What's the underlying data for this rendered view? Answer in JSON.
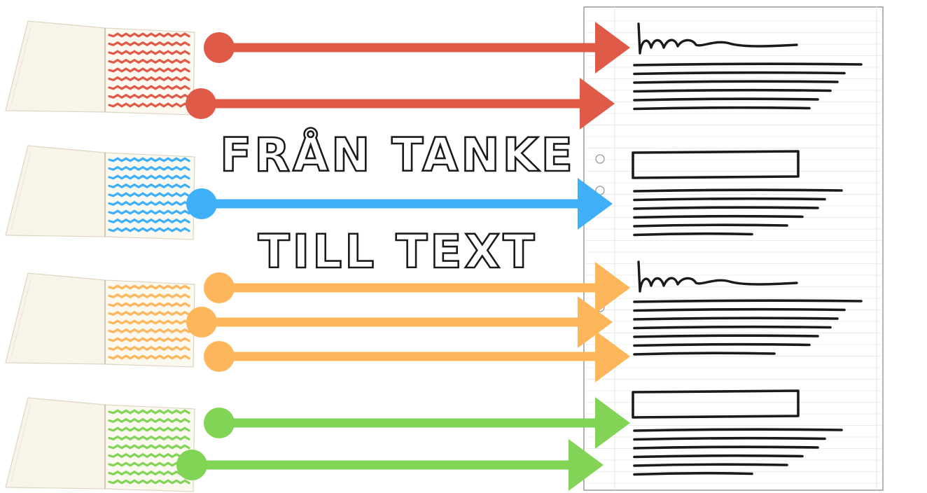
{
  "title": {
    "line1": "FRÅN TANKE",
    "line2": "TILL TEXT"
  },
  "colors": {
    "red": "#e05a48",
    "blue": "#3fb0f7",
    "orange": "#fdb65a",
    "green": "#82d456",
    "ink": "#1a1a1a"
  },
  "notebooks": [
    {
      "color": "red",
      "arrows": 2
    },
    {
      "color": "blue",
      "arrows": 1
    },
    {
      "color": "orange",
      "arrows": 3
    },
    {
      "color": "green",
      "arrows": 2
    }
  ],
  "document": {
    "sections": [
      {
        "heading": "handwriting-scribble",
        "lines": 6
      },
      {
        "heading": "empty-box",
        "lines": 6
      },
      {
        "heading": "handwriting-scribble",
        "lines": 7
      },
      {
        "heading": "empty-box",
        "lines": 6
      }
    ]
  }
}
